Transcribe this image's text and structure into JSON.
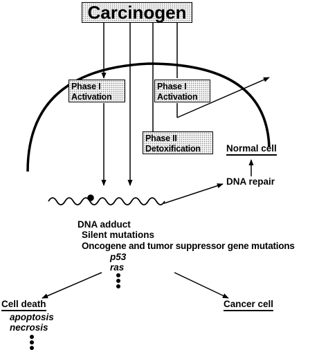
{
  "diagram": {
    "carcinogen": "Carcinogen",
    "phase1_left": [
      "Phase I",
      "Activation"
    ],
    "phase1_right": [
      "Phase I",
      "Activation"
    ],
    "phase2": [
      "Phase II",
      "Detoxification"
    ],
    "normal_cell": "Normal cell",
    "dna_repair": "DNA repair",
    "dna_adduct": "DNA adduct",
    "silent_mutations": "Silent mutations",
    "gene_mutations": "Oncogene and tumor suppressor gene mutations",
    "p53": "p53",
    "ras": "ras",
    "cell_death": "Cell death",
    "apoptosis": "apoptosis",
    "necrosis": "necrosis",
    "cancer_cell": "Cancer cell"
  }
}
